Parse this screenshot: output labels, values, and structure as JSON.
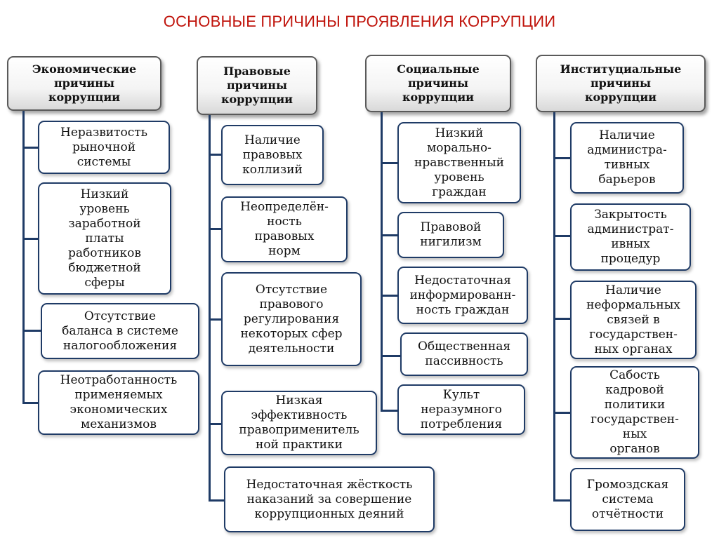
{
  "title": "ОСНОВНЫЕ ПРИЧИНЫ ПРОЯВЛЕНИЯ КОРРУПЦИИ",
  "columns": [
    {
      "heading": "Экономические\nпричины\nкоррупции",
      "items": [
        "Неразвитость\nрыночной\nсистемы",
        "Низкий\nуровень\nзаработной\nплаты\nработников\nбюджетной\nсферы",
        "Отсутствие\nбаланса в системе\nналогообложения",
        "Неотработанность\nприменяемых\nэкономических\nмеханизмов"
      ]
    },
    {
      "heading": "Правовые\nпричины\nкоррупции",
      "items": [
        "Наличие\nправовых\nколлизий",
        "Неопределён-\nность\nправовых\nнорм",
        "Отсутствие\nправового\nрегулирования\nнекоторых сфер\nдеятельности",
        "Низкая\nэффективность\nправоприменитель\nной практики",
        "Недостаточная жёсткость\nнаказаний за совершение\nкоррупционных деяний"
      ]
    },
    {
      "heading": "Социальные\nпричины\nкоррупции",
      "items": [
        "Низкий\nморально-\nнравственный\nуровень\nграждан",
        "Правовой\nнигилизм",
        "Недостаточная\nинформированн-\nность граждан",
        "Общественная\nпассивность",
        "Культ\nнеразумного\nпотребления"
      ]
    },
    {
      "heading": "Институциальные\nпричины\nкоррупции",
      "items": [
        "Наличие\nадминистра-\nтивных\nбарьеров",
        "Закрытость\nадминистрат-\nивных\nпроцедур",
        "Наличие\nнеформальных\nсвязей в\nгосударствен-\nных органах",
        "Сабость\nкадровой\nполитики\nгосударствен-\nных\nорганов",
        "Громоздская\nсистема\nотчётности"
      ]
    }
  ]
}
